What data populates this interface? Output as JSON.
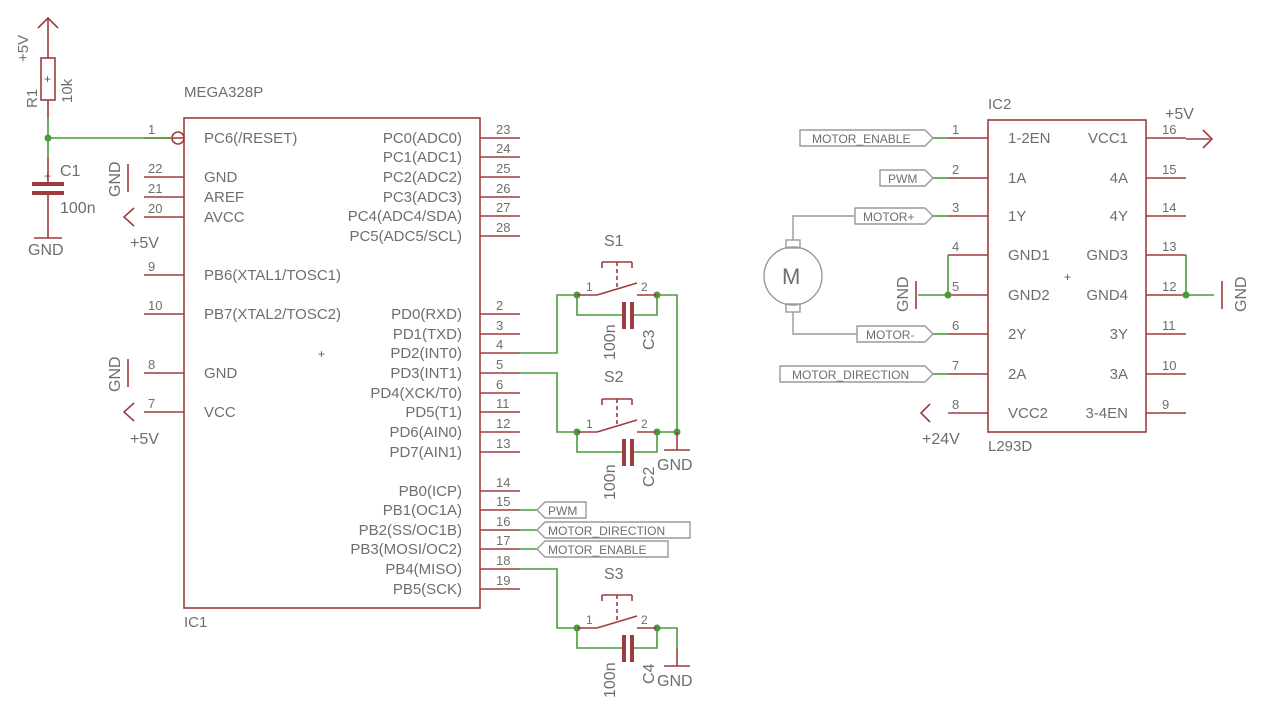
{
  "ic1": {
    "name": "IC1",
    "value": "MEGA328P",
    "left_pins": [
      {
        "num": "1",
        "name": "PC6(/RESET)"
      },
      {
        "num": "22",
        "name": "GND"
      },
      {
        "num": "21",
        "name": "AREF"
      },
      {
        "num": "20",
        "name": "AVCC"
      },
      {
        "num": "9",
        "name": "PB6(XTAL1/TOSC1)"
      },
      {
        "num": "10",
        "name": "PB7(XTAL2/TOSC2)"
      },
      {
        "num": "8",
        "name": "GND"
      },
      {
        "num": "7",
        "name": "VCC"
      }
    ],
    "right_pins": [
      {
        "num": "23",
        "name": "PC0(ADC0)"
      },
      {
        "num": "24",
        "name": "PC1(ADC1)"
      },
      {
        "num": "25",
        "name": "PC2(ADC2)"
      },
      {
        "num": "26",
        "name": "PC3(ADC3)"
      },
      {
        "num": "27",
        "name": "PC4(ADC4/SDA)"
      },
      {
        "num": "28",
        "name": "PC5(ADC5/SCL)"
      },
      {
        "num": "2",
        "name": "PD0(RXD)"
      },
      {
        "num": "3",
        "name": "PD1(TXD)"
      },
      {
        "num": "4",
        "name": "PD2(INT0)"
      },
      {
        "num": "5",
        "name": "PD3(INT1)"
      },
      {
        "num": "6",
        "name": "PD4(XCK/T0)"
      },
      {
        "num": "11",
        "name": "PD5(T1)"
      },
      {
        "num": "12",
        "name": "PD6(AIN0)"
      },
      {
        "num": "13",
        "name": "PD7(AIN1)"
      },
      {
        "num": "14",
        "name": "PB0(ICP)"
      },
      {
        "num": "15",
        "name": "PB1(OC1A)"
      },
      {
        "num": "16",
        "name": "PB2(SS/OC1B)"
      },
      {
        "num": "17",
        "name": "PB3(MOSI/OC2)"
      },
      {
        "num": "18",
        "name": "PB4(MISO)"
      },
      {
        "num": "19",
        "name": "PB5(SCK)"
      }
    ]
  },
  "ic2": {
    "name": "IC2",
    "value": "L293D",
    "left_pins": [
      {
        "num": "1",
        "name": "1-2EN"
      },
      {
        "num": "2",
        "name": "1A"
      },
      {
        "num": "3",
        "name": "1Y"
      },
      {
        "num": "4",
        "name": "GND1"
      },
      {
        "num": "5",
        "name": "GND2"
      },
      {
        "num": "6",
        "name": "2Y"
      },
      {
        "num": "7",
        "name": "2A"
      },
      {
        "num": "8",
        "name": "VCC2"
      }
    ],
    "right_pins": [
      {
        "num": "16",
        "name": "VCC1"
      },
      {
        "num": "15",
        "name": "4A"
      },
      {
        "num": "14",
        "name": "4Y"
      },
      {
        "num": "13",
        "name": "GND3"
      },
      {
        "num": "12",
        "name": "GND4"
      },
      {
        "num": "11",
        "name": "3Y"
      },
      {
        "num": "10",
        "name": "3A"
      },
      {
        "num": "9",
        "name": "3-4EN"
      }
    ]
  },
  "r1": {
    "name": "R1",
    "value": "10k"
  },
  "c1": {
    "name": "C1",
    "value": "100n"
  },
  "c2": {
    "name": "C2",
    "value": "100n"
  },
  "c3": {
    "name": "C3",
    "value": "100n"
  },
  "c4": {
    "name": "C4",
    "value": "100n"
  },
  "s1": {
    "name": "S1",
    "p1": "1",
    "p2": "2"
  },
  "s2": {
    "name": "S2",
    "p1": "1",
    "p2": "2"
  },
  "s3": {
    "name": "S3",
    "p1": "1",
    "p2": "2"
  },
  "motor": {
    "label": "M"
  },
  "supplies": {
    "plus5v": "+5V",
    "gnd": "GND",
    "plus24v": "+24V"
  },
  "net_labels": {
    "pwm": "PWM",
    "motor_direction": "MOTOR_DIRECTION",
    "motor_enable": "MOTOR_ENABLE",
    "motor_plus": "MOTOR+",
    "motor_minus": "MOTOR-"
  },
  "colors": {
    "part": "#9d3b3f",
    "wire": "#4a9a3a",
    "text": "#6e6e6e",
    "label_frame": "#9a9a9a"
  }
}
